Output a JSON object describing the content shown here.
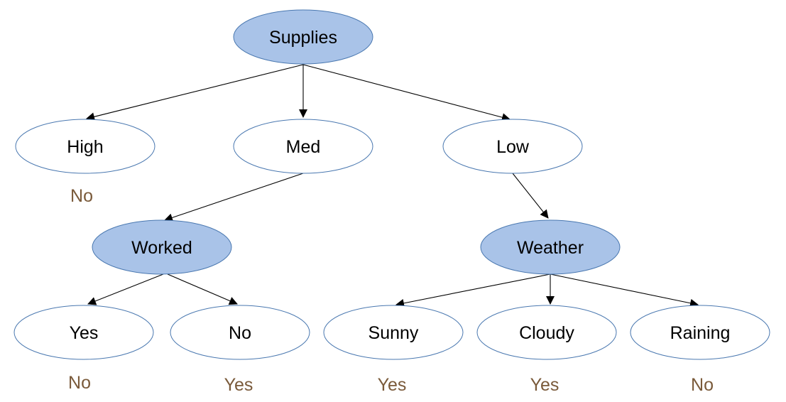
{
  "colors": {
    "attribute_fill": "#a9c3e8",
    "value_fill": "#ffffff",
    "node_stroke": "#4a78b0",
    "outcome_text": "#7a5a3a",
    "edge": "#000000"
  },
  "tree": {
    "root": {
      "label": "Supplies",
      "kind": "attribute"
    },
    "branches": [
      {
        "label": "High",
        "kind": "value",
        "outcome": "No"
      },
      {
        "label": "Med",
        "kind": "value"
      },
      {
        "label": "Low",
        "kind": "value"
      }
    ],
    "worked": {
      "label": "Worked",
      "kind": "attribute",
      "values": [
        {
          "label": "Yes",
          "outcome": "No"
        },
        {
          "label": "No",
          "outcome": "Yes"
        }
      ]
    },
    "weather": {
      "label": "Weather",
      "kind": "attribute",
      "values": [
        {
          "label": "Sunny",
          "outcome": "Yes"
        },
        {
          "label": "Cloudy",
          "outcome": "Yes"
        },
        {
          "label": "Raining",
          "outcome": "No"
        }
      ]
    }
  }
}
